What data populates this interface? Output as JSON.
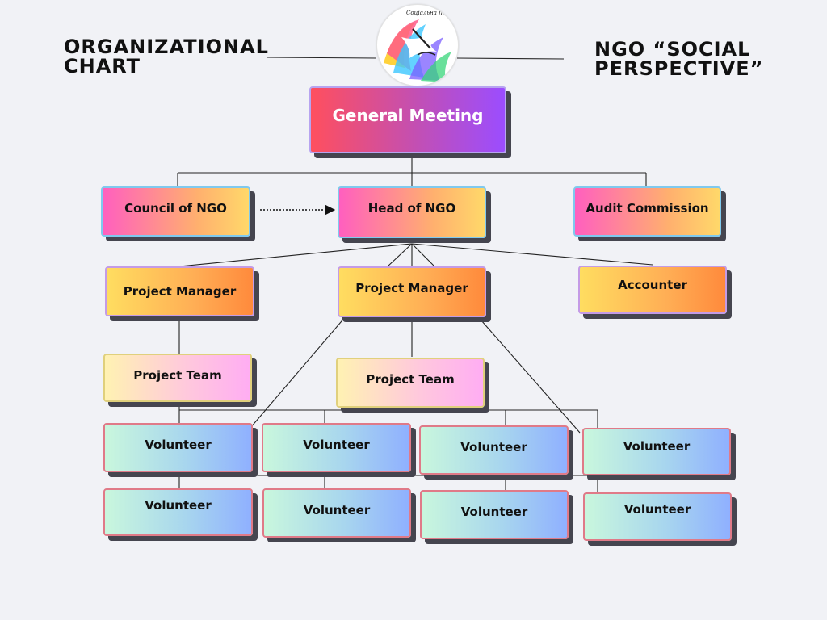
{
  "header": {
    "title_left": "ORGANIZATIONAL\nCHART",
    "title_right": "NGO “SOCIAL\nPERSPECTIVE”",
    "logo_text": "Соціальна перспектива"
  },
  "nodes": {
    "general_meeting": "General Meeting",
    "council": "Council of NGO",
    "head": "Head of NGO",
    "audit": "Audit Commission",
    "project_manager_1": "Project Manager",
    "project_manager_2": "Project Manager",
    "accounter": "Accounter",
    "project_team_1": "Project Team",
    "project_team_2": "Project Team",
    "volunteer": "Volunteer"
  },
  "colors": {
    "background": "#f1f2f6",
    "shadow": "#45454f",
    "general_meeting": [
      "#ff4f5e",
      "#9b4dff"
    ],
    "top_level": [
      "#ff5fbf",
      "#ffd86a"
    ],
    "managers": [
      "#ffdd60",
      "#ff8a3c"
    ],
    "teams": [
      "#fff2b2",
      "#ffadf3"
    ],
    "volunteers": [
      "#c9f7dd",
      "#8fb0ff"
    ]
  }
}
